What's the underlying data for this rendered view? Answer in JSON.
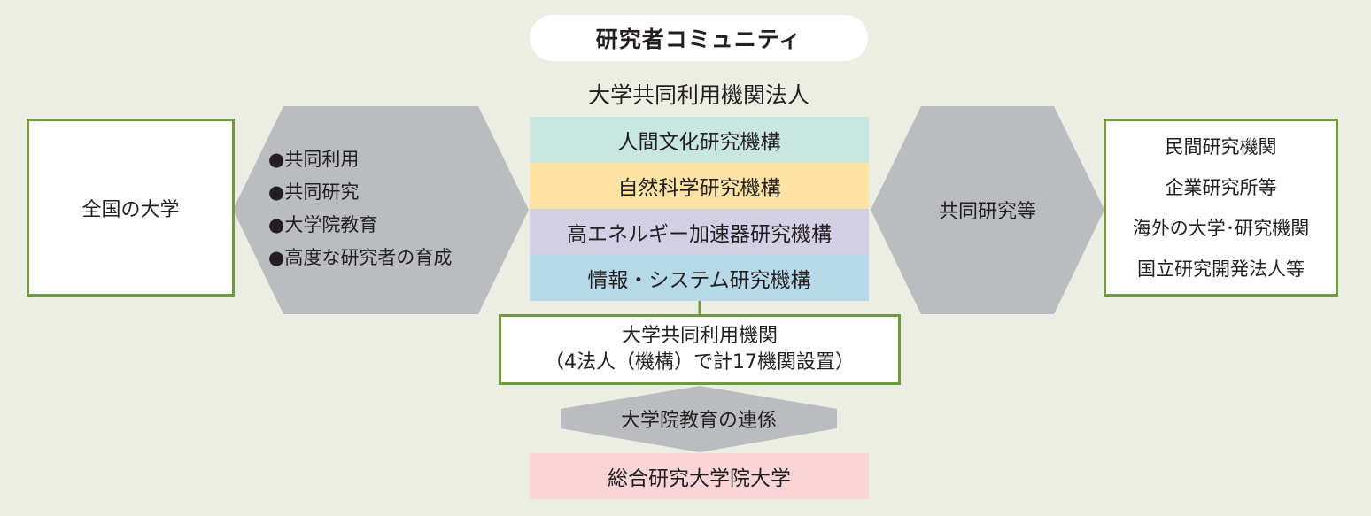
{
  "header": {
    "community_label": "研究者コミュニティ",
    "corporation_title": "大学共同利用機関法人"
  },
  "organizations": [
    {
      "name": "人間文化研究機構",
      "color": "#c8e7e0"
    },
    {
      "name": "自然科学研究機構",
      "color": "#fde3a6"
    },
    {
      "name": "高エネルギー加速器研究機構",
      "color": "#d3d0e6"
    },
    {
      "name": "情報・システム研究機構",
      "color": "#b6d9ea"
    }
  ],
  "institutes_box": {
    "line1": "大学共同利用機関",
    "line2": "（4法人（機構）で計17機関設置）"
  },
  "left_box": {
    "label": "全国の大学"
  },
  "left_arrow": {
    "items": [
      "●共同利用",
      "●共同研究",
      "●大学院教育",
      "●高度な研究者の育成"
    ]
  },
  "right_arrow": {
    "label": "共同研究等"
  },
  "right_box": {
    "items": [
      "民間研究機関",
      "企業研究所等",
      "海外の大学･研究機関",
      "国立研究開発法人等"
    ]
  },
  "bottom_arrow": {
    "label": "大学院教育の連係"
  },
  "graduate_school": {
    "label": "総合研究大学院大学",
    "color": "#f9d5d8"
  },
  "colors": {
    "background": "#eceee4",
    "arrow": "#bbbcbf",
    "border": "#6f9a3f"
  }
}
